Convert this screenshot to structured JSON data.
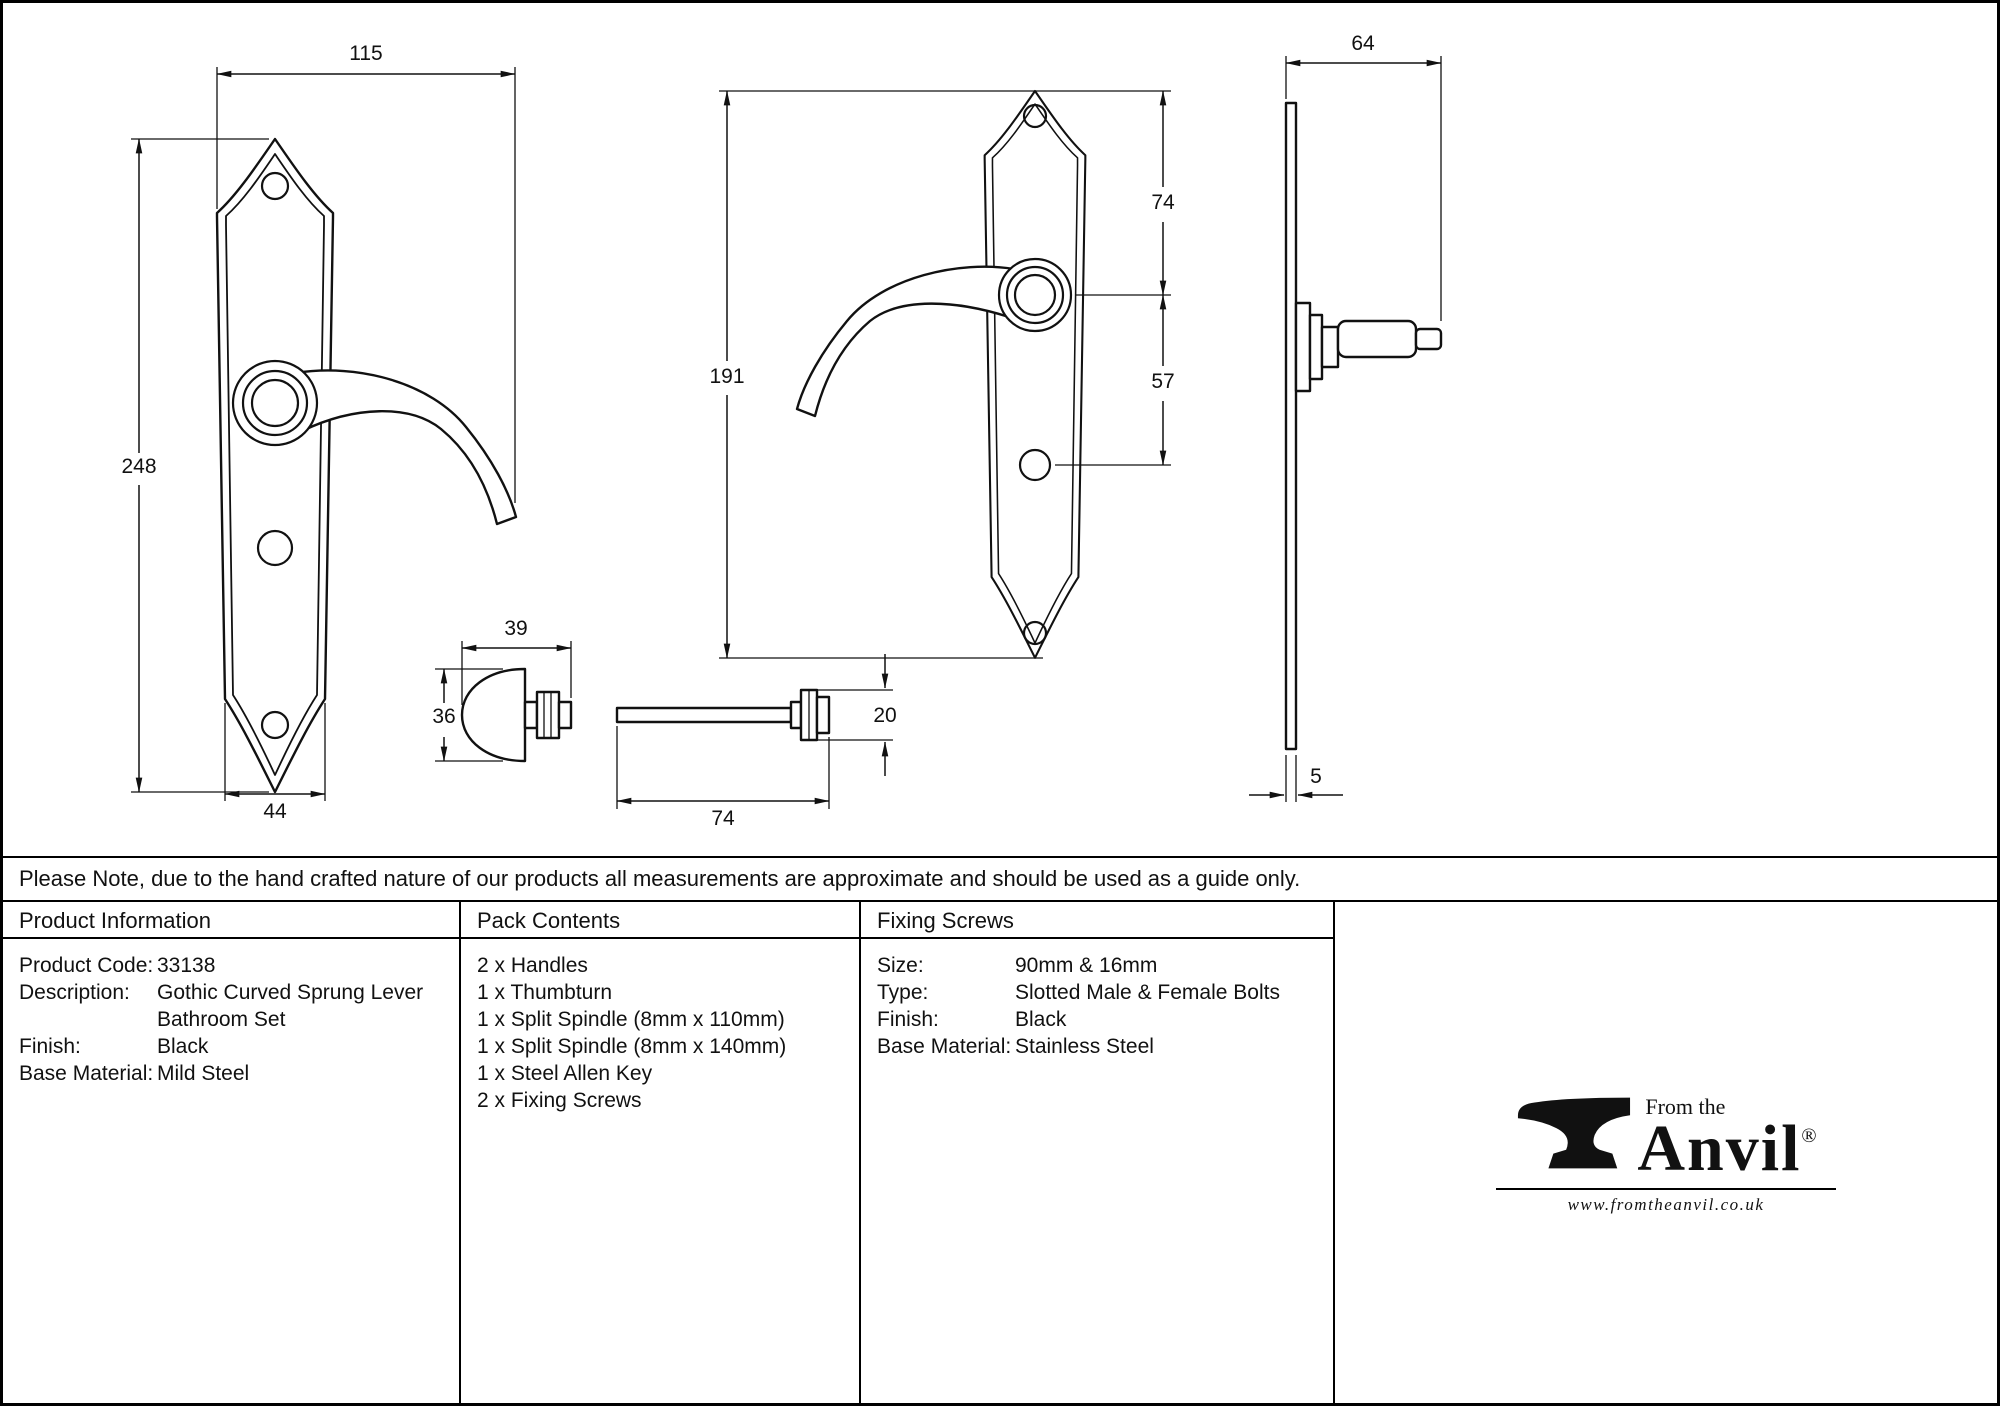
{
  "note": "Please Note, due to the hand crafted nature of our products all measurements are approximate and should be used as a guide only.",
  "drawing": {
    "dims": {
      "front_projection": "115",
      "front_height": "248",
      "front_plate_width": "44",
      "mid_height": "191",
      "top_to_lever": "74",
      "lever_to_turn": "57",
      "side_projection": "64",
      "plate_thickness": "5",
      "thumbturn_width": "39",
      "thumbturn_height": "36",
      "spindle_length": "74",
      "spindle_head_height": "20"
    }
  },
  "table": {
    "product_info": {
      "header": "Product Information",
      "rows": [
        {
          "label": "Product Code:",
          "value": "33138"
        },
        {
          "label": "Description:",
          "value": "Gothic Curved Sprung Lever",
          "value2": "Bathroom Set"
        },
        {
          "label": "Finish:",
          "value": "Black"
        },
        {
          "label": "Base Material:",
          "value": "Mild Steel"
        }
      ]
    },
    "pack_contents": {
      "header": "Pack Contents",
      "items": [
        "2 x Handles",
        "1 x Thumbturn",
        "1 x Split Spindle (8mm x 110mm)",
        "1 x Split Spindle (8mm x 140mm)",
        "1 x Steel Allen Key",
        "2 x Fixing Screws"
      ]
    },
    "fixing_screws": {
      "header": "Fixing Screws",
      "rows": [
        {
          "label": "Size:",
          "value": "90mm & 16mm"
        },
        {
          "label": "Type:",
          "value": "Slotted Male & Female Bolts"
        },
        {
          "label": "Finish:",
          "value": "Black"
        },
        {
          "label": "Base Material:",
          "value": "Stainless Steel"
        }
      ]
    }
  },
  "logo": {
    "tagline": "From the",
    "brand": "Anvil",
    "registered": "®",
    "website": "www.fromtheanvil.co.uk"
  }
}
